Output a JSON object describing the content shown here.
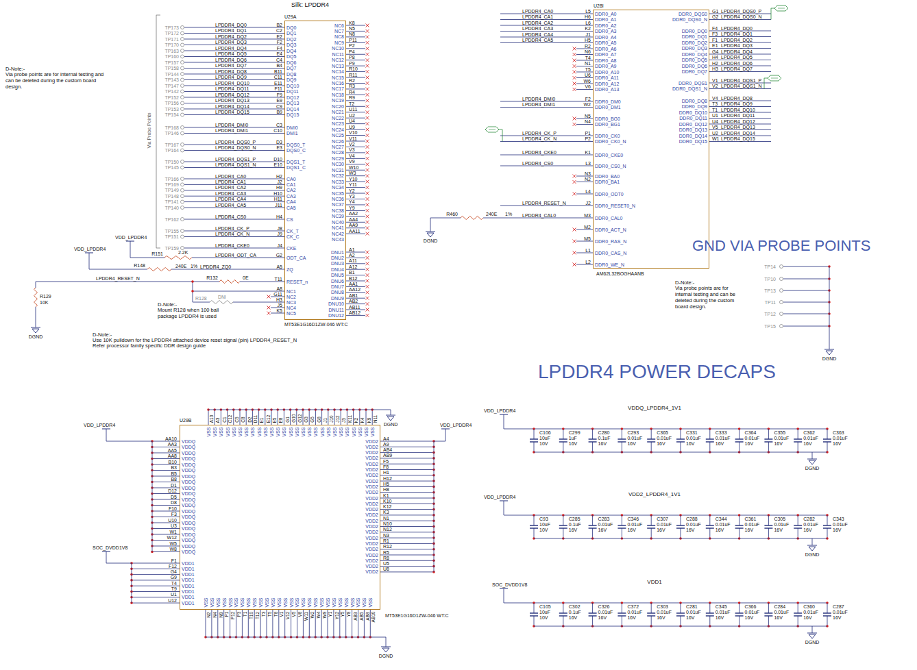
{
  "diagram": {
    "nodes": [
      {
        "text": [
          "U29A",
          "MT53E1G16D1ZW-046 WT:C",
          "DQ0",
          "DQ1",
          "DQ2",
          "DQ3",
          "DQ4",
          "DQ5",
          "DQ6",
          "DQ7",
          "DQ8",
          "DQ9",
          "DQ10",
          "DQ11",
          "DQ12",
          "DQ13",
          "DQ14",
          "DQ15",
          "DMI0",
          "DMI1",
          "DQS0_T",
          "DQS0_C",
          "DQS1_T",
          "DQS1_C",
          "CA0",
          "CA1",
          "CA2",
          "CA3",
          "CA4",
          "CA5",
          "CS",
          "CK_T",
          "CK_C",
          "CKE",
          "ODT_CA",
          "ZQ",
          "RESET_n",
          "NC1",
          "NC2",
          "NC3",
          "NC4",
          "NC5",
          "NC6",
          "NC7",
          "NC8",
          "NC9",
          "NC10",
          "NC11",
          "NC12",
          "NC13",
          "NC14",
          "NC15",
          "NC16",
          "NC17",
          "NC18",
          "NC19",
          "NC20",
          "NC21",
          "NC22",
          "NC23",
          "NC24",
          "NC25",
          "NC26",
          "NC27",
          "NC28",
          "NC29",
          "NC30",
          "NC31",
          "NC32",
          "NC33",
          "NC34",
          "NC35",
          "NC36",
          "NC37",
          "NC38",
          "NC39",
          "NC40",
          "NC41",
          "NC42",
          "NC43",
          "DNU1",
          "DNU2",
          "DNU3",
          "DNU4",
          "DNU5",
          "DNU6",
          "DNU7",
          "DNU8",
          "DNU9",
          "DNU10",
          "DNU11",
          "DNU12"
        ]
      },
      {
        "text": [
          "U28I",
          "AM62L32BOGHAANB",
          "DDR0_A0",
          "DDR0_A1",
          "DDR0_A2",
          "DDR0_A3",
          "DDR0_A4",
          "DDR0_A5",
          "DDR0_A6",
          "DDR0_A7",
          "DDR0_A8",
          "DDR0_A9",
          "DDR0_A10",
          "DDR0_A11",
          "DDR0_A12",
          "DDR0_A13",
          "DDR0_DM0",
          "DDR0_DM1",
          "DDR0_BG0",
          "DDR0_BG1",
          "DDR0_CK0",
          "DDR0_CK0_N",
          "DDR0_CKE0",
          "DDR0_CS0_N",
          "DDR0_BA0",
          "DDR0_BA1",
          "DDR0_ODT0",
          "DDR0_RESET0_N",
          "DDR0_CAL0",
          "DDR0_ACT_N",
          "DDR0_RAS_N",
          "DDR0_CAS_N",
          "DDR0_WE_N",
          "DDR0_DQS0",
          "DDR0_DQS0_N",
          "DDR0_DQ0",
          "DDR0_DQ1",
          "DDR0_DQ2",
          "DDR0_DQ3",
          "DDR0_DQ4",
          "DDR0_DQ5",
          "DDR0_DQ6",
          "DDR0_DQ7",
          "DDR0_DQS1",
          "DDR0_DQS1_N",
          "DDR0_DQ8",
          "DDR0_DQ9",
          "DDR0_DQ10",
          "DDR0_DQ11",
          "DDR0_DQ12",
          "DDR0_DQ13",
          "DDR0_DQ14",
          "DDR0_DQ15"
        ]
      },
      {
        "text": [
          "U29B",
          "MT53E1G16D1ZW-046 WT:C",
          "VSS",
          "VSS",
          "VSS",
          "VSS",
          "VSS",
          "VSS",
          "VSS",
          "VSS",
          "VSS",
          "VSS",
          "VSS",
          "VSS",
          "VSS",
          "VSS",
          "VSS",
          "VSS",
          "VSS",
          "VSS",
          "VSS",
          "VSS",
          "VSS",
          "VSS",
          "VSS",
          "VSS",
          "VSS",
          "VSS",
          "VSS",
          "VSS",
          "VSS",
          "VSS",
          "VSS",
          "VSS",
          "VSS",
          "VSS",
          "VSS",
          "VSS",
          "VSS",
          "VSS",
          "VSS",
          "VSS",
          "VSS",
          "VSS",
          "VSS",
          "VSS",
          "VSS",
          "VSS",
          "VSS",
          "VSS",
          "VSS",
          "VSS",
          "VSS",
          "VSS",
          "VSS",
          "VSS",
          "VSS",
          "VDDQ",
          "VDDQ",
          "VDDQ",
          "VDDQ",
          "VDDQ",
          "VDDQ",
          "VDDQ",
          "VDDQ",
          "VDDQ",
          "VDDQ",
          "VDDQ",
          "VDDQ",
          "VDDQ",
          "VDDQ",
          "VDDQ",
          "VDDQ",
          "VDDQ",
          "VDDQ",
          "VDDQ",
          "VDDQ",
          "VDD1",
          "VDD1",
          "VDD1",
          "VDD1",
          "VDD1",
          "VDD1",
          "VDD1",
          "VDD1",
          "VDD2",
          "VDD2",
          "VDD2",
          "VDD2",
          "VDD2",
          "VDD2",
          "VDD2",
          "VDD2",
          "VDD2",
          "VDD2",
          "VDD2",
          "VDD2",
          "VDD2",
          "VDD2",
          "VDD2",
          "VDD2",
          "VDD2",
          "VDD2",
          "VDD2",
          "VDD2",
          "VDD2",
          "VDD2",
          "VDD2",
          "VDD2"
        ]
      }
    ],
    "labels": [
      "Silk: LPDDR4",
      "D-Note:-",
      "Via probe points are for internal testing and can be deleted during the custom board design.",
      "Via Probe Points",
      "TP173",
      "TP172",
      "TP171",
      "TP170",
      "TP163",
      "TP160",
      "TP157",
      "TP158",
      "TP144",
      "TP143",
      "TP147",
      "TP142",
      "TP152",
      "TP156",
      "TP153",
      "TP154",
      "TP168",
      "TP146",
      "TP167",
      "TP164",
      "TP150",
      "TP145",
      "TP166",
      "TP169",
      "TP149",
      "TP148",
      "TP141",
      "TP140",
      "TP162",
      "TP155",
      "TP151",
      "TP159",
      "LPDDR4_DQ0",
      "LPDDR4_DQ1",
      "LPDDR4_DQ2",
      "LPDDR4_DQ3",
      "LPDDR4_DQ4",
      "LPDDR4_DQ5",
      "LPDDR4_DQ6",
      "LPDDR4_DQ7",
      "LPDDR4_DQ8",
      "LPDDR4_DQ9",
      "LPDDR4_DQ10",
      "LPDDR4_DQ11",
      "LPDDR4_DQ12",
      "LPDDR4_DQ13",
      "LPDDR4_DQ14",
      "LPDDR4_DQ15",
      "LPDDR4_DMI0",
      "LPDDR4_DMI1",
      "LPDDR4_DQS0_P",
      "LPDDR4_DQS0_N",
      "LPDDR4_DQS1_P",
      "LPDDR4_DQS1_N",
      "LPDDR4_CA0",
      "LPDDR4_CA1",
      "LPDDR4_CA2",
      "LPDDR4_CA3",
      "LPDDR4_CA4",
      "LPDDR4_CA5",
      "LPDDR4_CS0",
      "LPDDR4_CK_P",
      "LPDDR4_CK_N",
      "LPDDR4_CKE0",
      "B2",
      "C2",
      "E2",
      "F2",
      "F4",
      "E4",
      "C4",
      "B4",
      "B11",
      "C11",
      "E11",
      "F11",
      "F9",
      "E9",
      "C9",
      "B9",
      "C3",
      "C10",
      "D3",
      "E3",
      "D10",
      "E10",
      "H2",
      "J2",
      "H9",
      "H10",
      "H11",
      "J11",
      "H4",
      "J8",
      "J9",
      "J4",
      "VDD_LPDDR4",
      "R151",
      "2.2K",
      "LPDDR4_ODT_CA",
      "G2",
      "VDD_LPDDR4",
      "R148",
      "240E",
      "1%",
      "LPDDR4_ZQ0",
      "A5",
      "LPDDR4_RESET_N",
      "R132",
      "0E",
      "T11",
      "R129",
      "10K",
      "DGND",
      "A8",
      "G11",
      "H3",
      "J5",
      "K5",
      "R128",
      "DNI",
      "D-Note:-",
      "Mount R128 when 100 ball package LPDDR4 is used",
      "D-Note:-",
      "Use 10K pulldown for the LPDDR4 attached device reset signal (pin) LPDDR4_RESET_N",
      "Refer processor family specific DDR design guide",
      "K8",
      "N5",
      "N8",
      "P11",
      "P2",
      "P4",
      "P8",
      "P9",
      "R10",
      "R11",
      "R2",
      "R3",
      "R4",
      "R9",
      "T2",
      "U11",
      "U2",
      "U4",
      "U9",
      "V10",
      "V11",
      "V2",
      "V3",
      "V4",
      "V9",
      "W10",
      "W3",
      "Y10",
      "Y11",
      "Y2",
      "Y3",
      "Y4",
      "Y9",
      "AA2",
      "AA4",
      "AA9",
      "AA11",
      "A1",
      "A2",
      "A11",
      "A12",
      "B1",
      "B12",
      "AA1",
      "AA12",
      "AB1",
      "AB2",
      "AB11",
      "AB12",
      "LPDDR4_CA0",
      "LPDDR4_CA1",
      "LPDDR4_CA2",
      "LPDDR4_CA3",
      "LPDDR4_CA4",
      "LPDDR4_CA5",
      "LPDDR4_DMI0",
      "LPDDR4_DMI1",
      "LPDDR4_CK_P",
      "LPDDR4_CK_N",
      "LPDDR4_CKE0",
      "LPDDR4_CS0",
      "LPDDR4_RESET_N",
      "LPDDR4_CAL0",
      "L5",
      "H6",
      "L6",
      "K2",
      "J1",
      "H5",
      "R2",
      "N6",
      "T4",
      "N1",
      "T5",
      "U6",
      "W6",
      "V6",
      "F2",
      "W2",
      "N5",
      "N4",
      "P1",
      "P2",
      "K1",
      "L3",
      "N3",
      "N2",
      "L4",
      "J2",
      "M3",
      "M2",
      "M5",
      "L1",
      "L2",
      "LPDDR4_DQS0_P",
      "LPDDR4_DQS0_N",
      "LPDDR4_DQ0",
      "LPDDR4_DQ1",
      "LPDDR4_DQ2",
      "LPDDR4_DQ3",
      "LPDDR4_DQ4",
      "LPDDR4_DQ5",
      "LPDDR4_DQ6",
      "LPDDR4_DQ7",
      "LPDDR4_DQS1_P",
      "LPDDR4_DQS1_N",
      "LPDDR4_DQ8",
      "LPDDR4_DQ9",
      "LPDDR4_DQ10",
      "LPDDR4_DQ11",
      "LPDDR4_DQ12",
      "LPDDR4_DQ13",
      "LPDDR4_DQ14",
      "LPDDR4_DQ15",
      "G1",
      "G2",
      "F4",
      "F3",
      "F1",
      "E1",
      "G4",
      "H4",
      "H2",
      "H3",
      "V1",
      "V2",
      "V4",
      "T3",
      "T1",
      "U1",
      "U4",
      "V5",
      "U2",
      "W1",
      "R460",
      "240E",
      "1%",
      "DGND",
      "GND VIA PROBE POINTS",
      "TP14",
      "TP10",
      "TP13",
      "TP11",
      "TP12",
      "TP15",
      "DGND",
      "D-Note:-",
      "Via probe points are for internal testing and can be deleted during the custom board design.",
      "LPDDR4 POWER DECAPS",
      "A10",
      "A3",
      "C1",
      "C12",
      "C5",
      "C8",
      "D2",
      "D11",
      "E1",
      "E12",
      "E5",
      "E8",
      "G1",
      "G10",
      "G12",
      "G3",
      "G5",
      "G8",
      "J1",
      "J10",
      "J12",
      "J3",
      "K11",
      "K2",
      "K4",
      "K9",
      "N11",
      "DGND",
      "N2",
      "N4",
      "N9",
      "P1",
      "P12",
      "P3",
      "T1",
      "T10",
      "T12",
      "T3",
      "T5",
      "T8",
      "V1",
      "V12",
      "V5",
      "V8",
      "W11",
      "W2",
      "W4",
      "W9",
      "Y1",
      "Y12",
      "Y5",
      "Y8",
      "AB3",
      "AB5",
      "AB8",
      "AB10",
      "DGND",
      "AA10",
      "AA3",
      "AA5",
      "AA8",
      "B10",
      "B3",
      "B5",
      "B8",
      "D1",
      "D12",
      "D5",
      "D8",
      "F10",
      "F3",
      "U10",
      "U3",
      "W1",
      "W12",
      "W5",
      "W8",
      "F1",
      "F12",
      "G4",
      "G9",
      "T4",
      "T9",
      "U1",
      "U12",
      "VDD_LPDDR4",
      "SOC_DVDD1V8",
      "A4",
      "A9",
      "AB4",
      "AB9",
      "F5",
      "F8",
      "H1",
      "H12",
      "H5",
      "H8",
      "K1",
      "K10",
      "K12",
      "K3",
      "N1",
      "N10",
      "N12",
      "N3",
      "R1",
      "R12",
      "R5",
      "R8",
      "U5",
      "U8",
      "VDD_LPDDR4",
      "VDDQ_LPDDR4_1V1",
      "VDD_LPDDR4",
      "C106",
      "10uF",
      "10V",
      "C299",
      "1uF",
      "16V",
      "C280",
      "0.1uF",
      "16V",
      "C293",
      "0.01uF",
      "16V",
      "C365",
      "0.01uF",
      "16V",
      "C331",
      "0.01uF",
      "16V",
      "C333",
      "0.01uF",
      "16V",
      "C364",
      "0.01uF",
      "16V",
      "C355",
      "0.01uF",
      "16V",
      "C362",
      "0.01uF",
      "16V",
      "C363",
      "0.01uF",
      "16V",
      "DGND",
      "VDD2_LPDDR4_1V1",
      "VDD_LPDDR4",
      "C93",
      "10uF",
      "10V",
      "C285",
      "0.1uF",
      "16V",
      "C283",
      "0.01uF",
      "16V",
      "C346",
      "0.01uF",
      "16V",
      "C307",
      "0.01uF",
      "16V",
      "C288",
      "0.01uF",
      "16V",
      "C344",
      "0.01uF",
      "16V",
      "C361",
      "0.01uF",
      "16V",
      "C305",
      "0.01uF",
      "16V",
      "C282",
      "0.01uF",
      "16V",
      "C343",
      "0.01uF",
      "16V",
      "DGND",
      "VDD1",
      "SOC_DVDD1V8",
      "C105",
      "10uF",
      "10V",
      "C302",
      "0.1uF",
      "16V",
      "C326",
      "0.01uF",
      "16V",
      "C372",
      "0.01uF",
      "16V",
      "C303",
      "0.01uF",
      "16V",
      "C281",
      "0.01uF",
      "16V",
      "C345",
      "0.01uF",
      "16V",
      "C366",
      "0.01uF",
      "16V",
      "C284",
      "0.01uF",
      "16V",
      "C360",
      "0.01uF",
      "16V",
      "C287",
      "0.01uF",
      "16V",
      "DGND"
    ]
  }
}
